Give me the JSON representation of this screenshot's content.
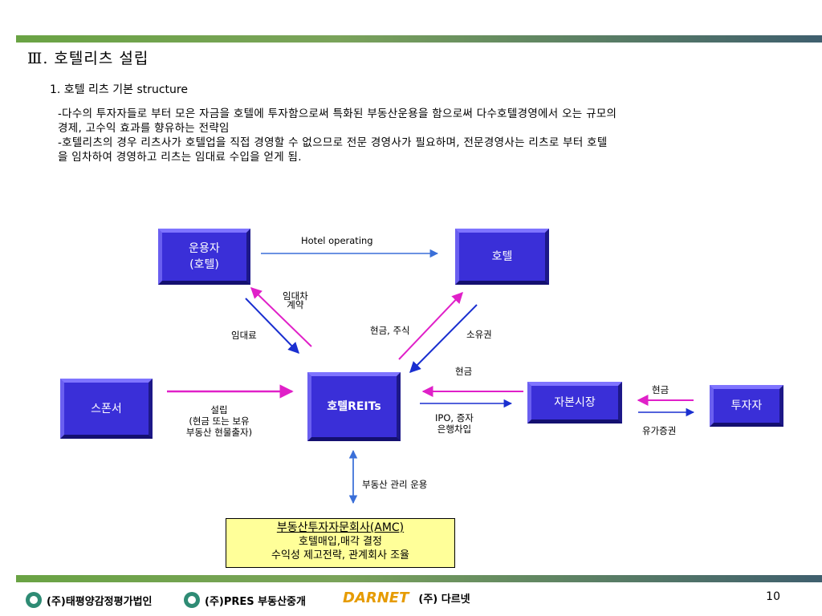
{
  "section_title": "Ⅲ. 호텔리츠 설립",
  "subtitle": "1. 호텔 리츠 기본 structure",
  "paragraph_lines": [
    "-다수의 투자자들로 부터 모은 자금을 호텔에 투자함으로써 특화된 부동산운용을 함으로써 다수호텔경영에서 오는 규모의",
    "경제, 고수익 효과를 향유하는 전략임",
    "-호텔리츠의 경우 리츠사가 호텔업을 직접 경영할 수 없으므로 전문 경영사가 필요하며, 전문경영사는 리츠로 부터 호텔",
    "을 임차하여 경영하고 리츠는 임대료 수입을 얻게 됨."
  ],
  "diagram": {
    "operator": "운용자\n(호텔)",
    "hotel": "호텔",
    "sponsor": "스폰서",
    "reits": "호텔REITs",
    "capital_market": "자본시장",
    "investor": "투자자",
    "labels": {
      "hotel_operating": "Hotel operating",
      "lease_contract": "임대차\n계약",
      "rent": "임대료",
      "cash_stock": "현금, 주식",
      "ownership": "소유권",
      "cash_from_market": "현금",
      "establish": "설립\n(현금 또는 보유\n부동산 현물출자)",
      "ipo": "IPO, 증자\n은행차입",
      "cash_investor": "현금",
      "securities": "유가증권",
      "property_mgmt": "부동산 관리 운용"
    },
    "amc": {
      "title": "부동산투자자문회사(AMC)",
      "line1": "호텔매입,매각 결정",
      "line2": "수익성 제고전략, 관계회사 조율"
    }
  },
  "footer": {
    "company1": "(주)태평양감정평가법인",
    "company2": "(주)PRES 부동산중개",
    "logo_text": "DARNET",
    "company3": "(주) 다르넷"
  },
  "page_number": "10",
  "colors": {
    "box": "#3a2fd8",
    "arrow_pink": "#e020c8",
    "arrow_blue": "#1a2fd0",
    "amc_fill": "#ffff99"
  }
}
